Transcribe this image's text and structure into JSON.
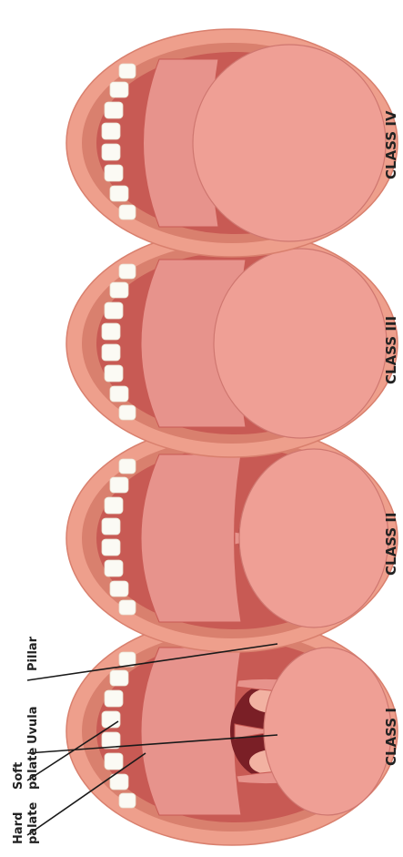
{
  "colors": {
    "lip": "#ee9f8c",
    "lip_dark": "#d9806e",
    "mouth_interior": "#c85a54",
    "palate": "#e7938c",
    "tongue": "#ef9f95",
    "tongue_shadow": "#cf7770",
    "throat": "#7a1f26",
    "tonsil": "#f2b2a2",
    "teeth": "#fbfaf4",
    "leader_line": "#1a1a1a",
    "label": "#222222"
  },
  "panels": [
    {
      "class_label": "CLASS I",
      "visible": "full"
    },
    {
      "class_label": "CLASS II",
      "visible": "uvula_base_pillars"
    },
    {
      "class_label": "CLASS III",
      "visible": "soft_palate_only"
    },
    {
      "class_label": "CLASS IV",
      "visible": "hard_palate_only"
    }
  ],
  "anatomy_labels": {
    "hard_palate": [
      "Hard",
      "palate"
    ],
    "soft_palate": [
      "Soft",
      "palate"
    ],
    "uvula": "Uvula",
    "pillar": "Pillar"
  }
}
